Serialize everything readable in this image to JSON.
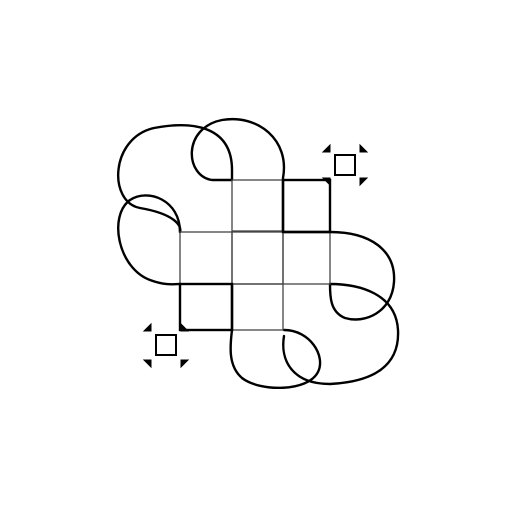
{
  "figure": {
    "background": "#ffffff",
    "stroke_color": "#000000",
    "grid_stroke_color": "#444444",
    "grid": {
      "rows": 4,
      "cols": 4,
      "filled_cells": [
        [
          0,
          1
        ],
        [
          0,
          2
        ],
        [
          1,
          0
        ],
        [
          1,
          1
        ],
        [
          1,
          2
        ],
        [
          2,
          0
        ],
        [
          2,
          1
        ],
        [
          3,
          1
        ]
      ],
      "bold_cells": [
        [
          0,
          2
        ],
        [
          2,
          0
        ]
      ]
    },
    "corner_markers": [
      "top-right",
      "bottom-left"
    ],
    "marker_icon": "four-arrow-move-icon"
  }
}
